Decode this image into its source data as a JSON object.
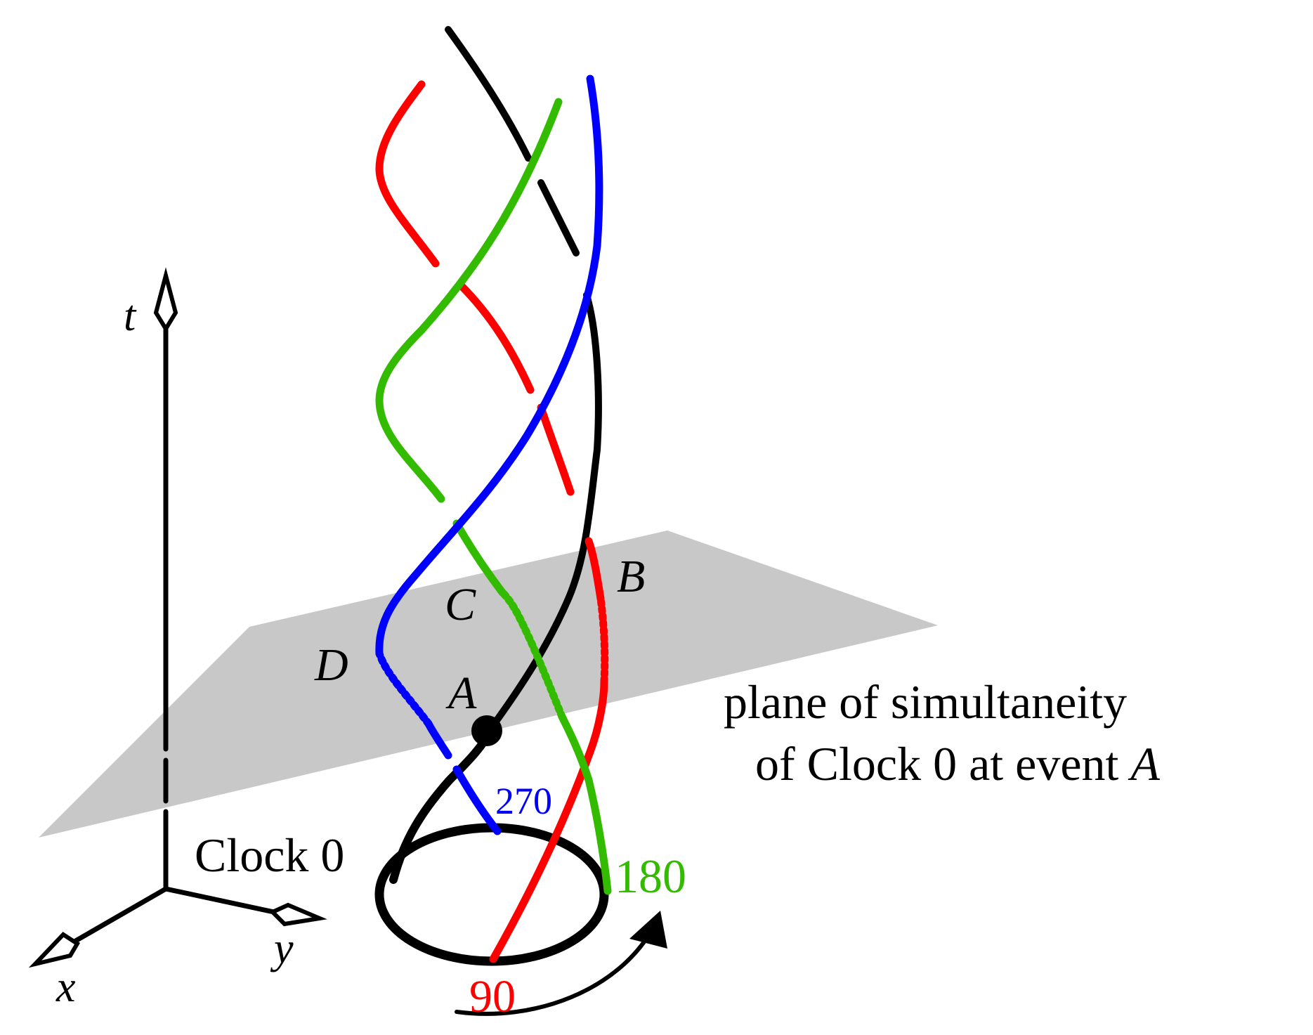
{
  "axes": {
    "t_label": "t",
    "x_label": "x",
    "y_label": "y"
  },
  "plane": {
    "label_line1": "plane of simultaneity",
    "label_line2_prefix": "of Clock 0 at event ",
    "label_line2_event": "A",
    "color": "#c8c8c8"
  },
  "clocks": {
    "clock0_label": "Clock 0",
    "clock0_color": "#000000",
    "mark_90": "90",
    "mark_90_color": "#ff0000",
    "mark_180": "180",
    "mark_180_color": "#33bb00",
    "mark_270": "270",
    "mark_270_color": "#0000ff"
  },
  "events": {
    "A": "A",
    "B": "B",
    "C": "C",
    "D": "D"
  }
}
